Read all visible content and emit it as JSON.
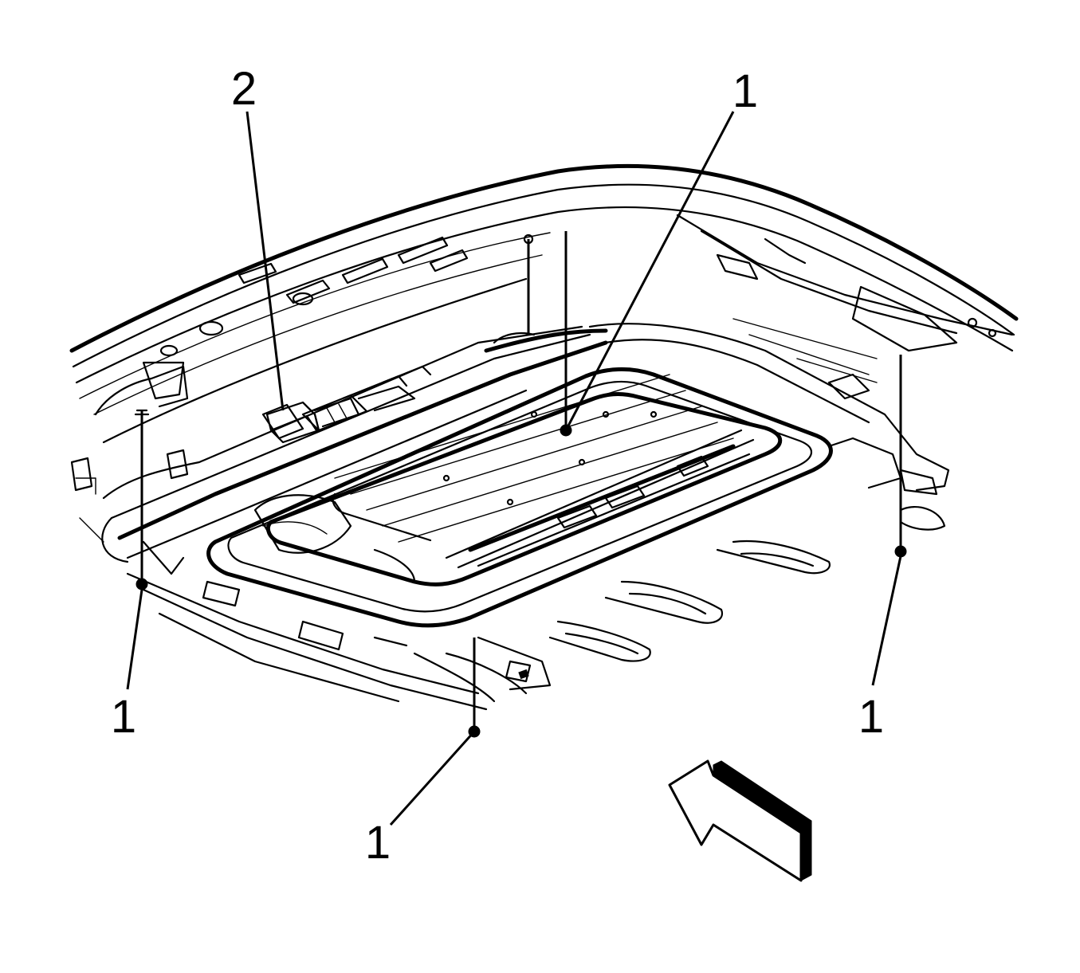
{
  "callouts": {
    "c_top_right": "1",
    "c_module": "2",
    "c_left": "1",
    "c_bottom": "1",
    "c_right": "1"
  }
}
